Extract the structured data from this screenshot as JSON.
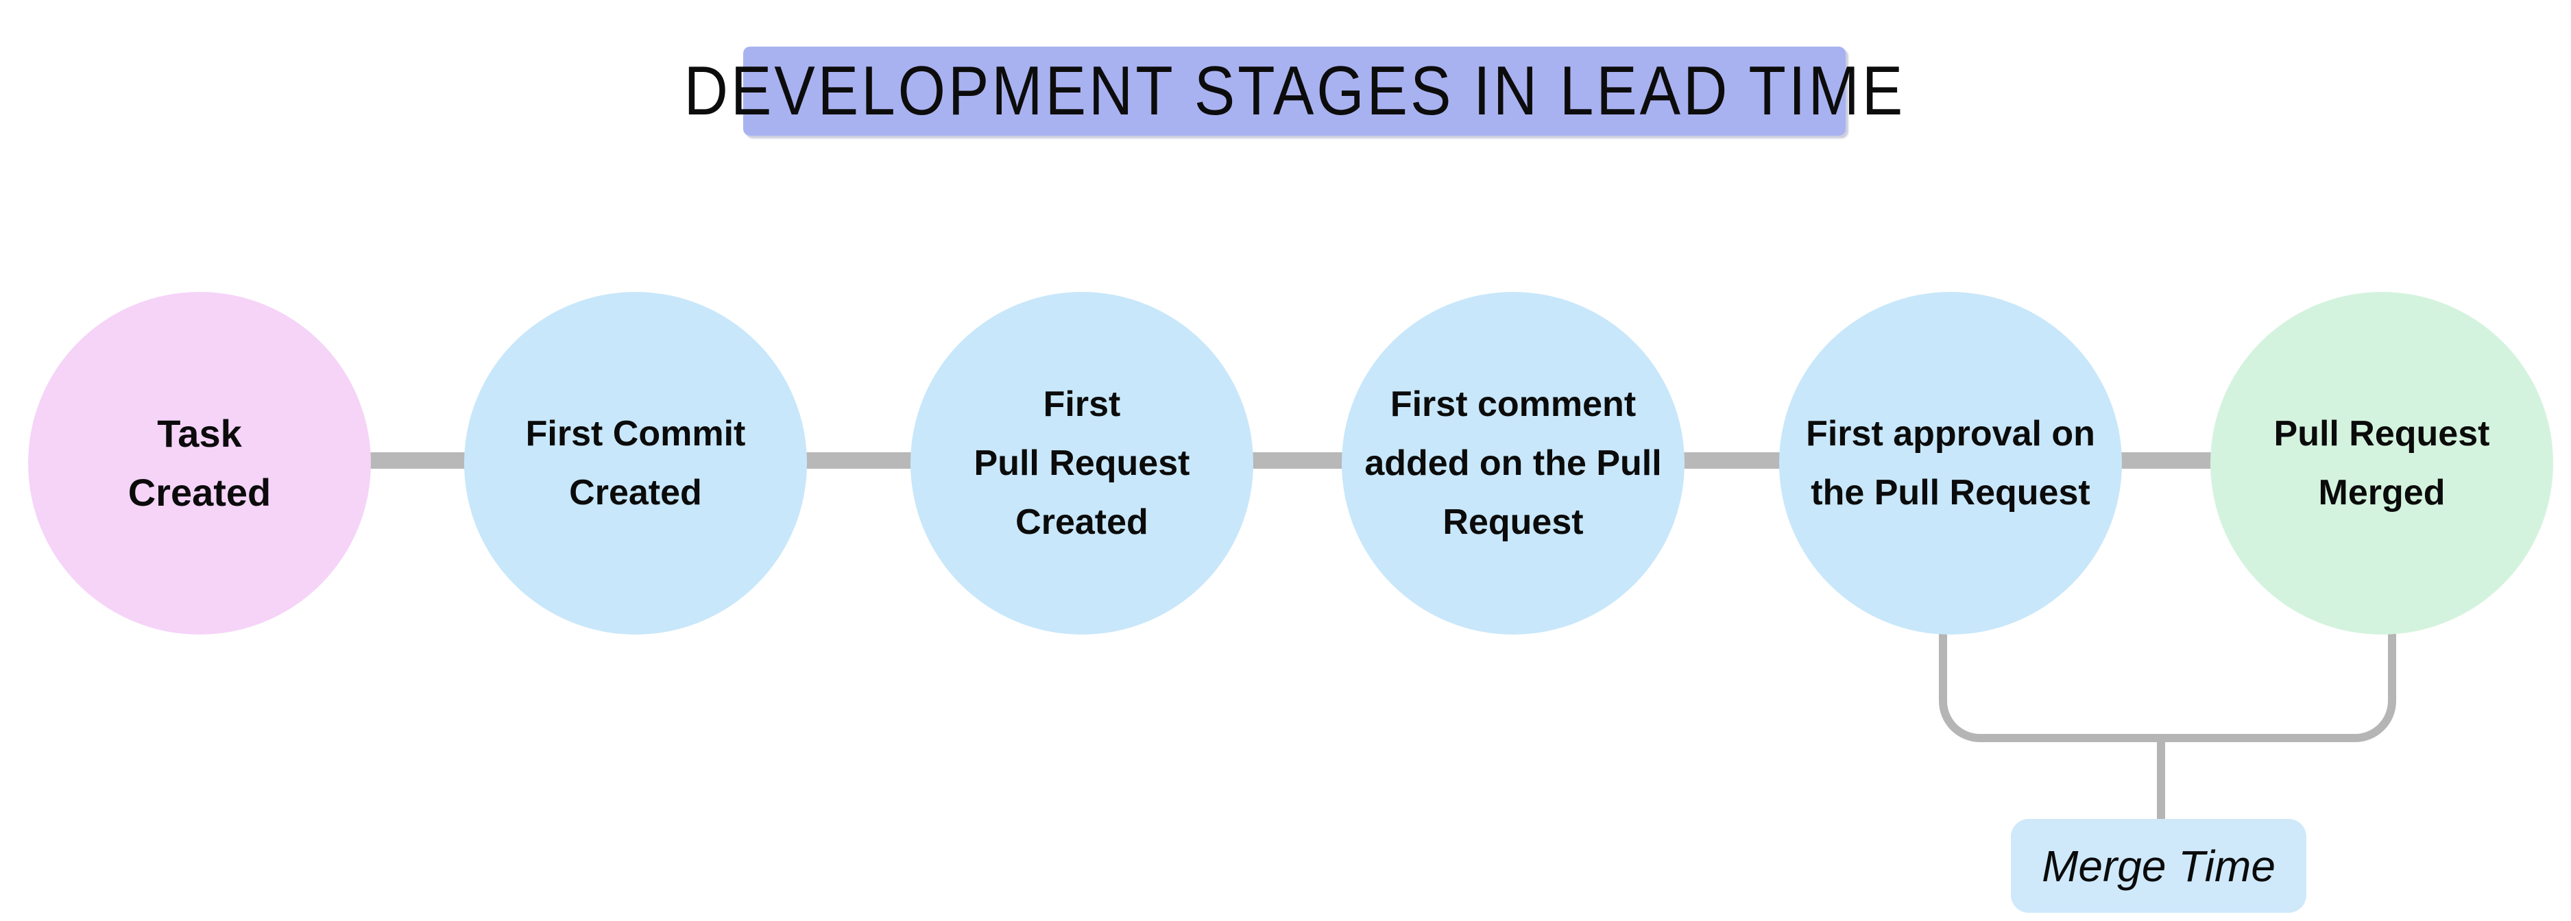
{
  "title": {
    "text": "DEVELOPMENT STAGES IN LEAD TIME",
    "bg": "#a9b2f0"
  },
  "stages": [
    {
      "id": "task-created",
      "label": "Task\nCreated",
      "color": "#f5d4f8"
    },
    {
      "id": "first-commit-created",
      "label": "First Commit\nCreated",
      "color": "#c8e7fa"
    },
    {
      "id": "first-pull-request",
      "label": "First\nPull Request\nCreated",
      "color": "#c8e7fa"
    },
    {
      "id": "first-comment-added",
      "label": "First comment\nadded on the Pull\nRequest",
      "color": "#c8e7fa"
    },
    {
      "id": "first-approval",
      "label": "First approval on\nthe Pull Request",
      "color": "#c8e7fa"
    },
    {
      "id": "pull-request-merged",
      "label": "Pull Request\nMerged",
      "color": "#d4f3de"
    }
  ],
  "connector": {
    "color": "#b8b8b8"
  },
  "annotation": {
    "label": "Merge Time",
    "bg": "#cfe9fb",
    "bracket_color": "#b5b5b5"
  }
}
